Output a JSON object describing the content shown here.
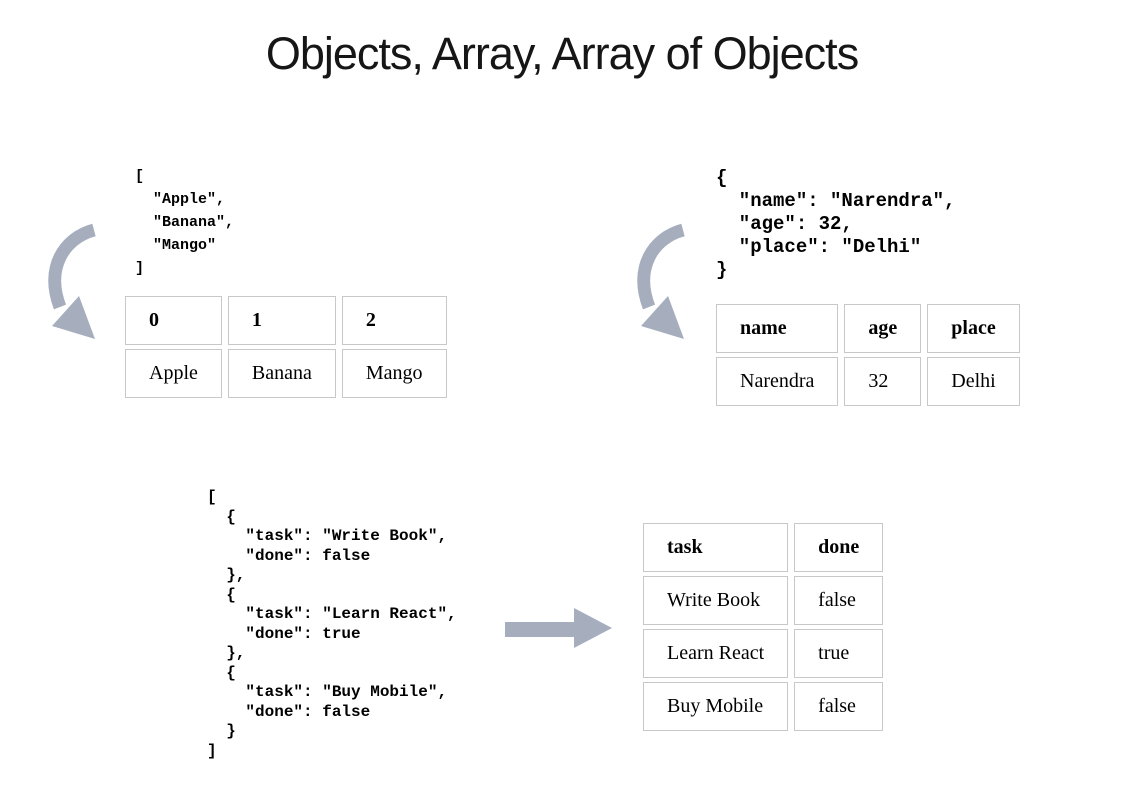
{
  "title": "Objects, Array, Array of Objects",
  "colors": {
    "arrow": "#a6aebe",
    "table_border": "#c8c8c8",
    "text": "#000000"
  },
  "sections": {
    "array": {
      "code": "[\n  \"Apple\",\n  \"Banana\",\n  \"Mango\"\n]",
      "table": {
        "headers": [
          "0",
          "1",
          "2"
        ],
        "rows": [
          [
            "Apple",
            "Banana",
            "Mango"
          ]
        ]
      }
    },
    "object": {
      "code": "{\n  \"name\": \"Narendra\",\n  \"age\": 32,\n  \"place\": \"Delhi\"\n}",
      "table": {
        "headers": [
          "name",
          "age",
          "place"
        ],
        "rows": [
          [
            "Narendra",
            "32",
            "Delhi"
          ]
        ]
      }
    },
    "array_of_objects": {
      "code": "[\n  {\n    \"task\": \"Write Book\",\n    \"done\": false\n  },\n  {\n    \"task\": \"Learn React\",\n    \"done\": true\n  },\n  {\n    \"task\": \"Buy Mobile\",\n    \"done\": false\n  }\n]",
      "table": {
        "headers": [
          "task",
          "done"
        ],
        "rows": [
          [
            "Write Book",
            "false"
          ],
          [
            "Learn React",
            "true"
          ],
          [
            "Buy Mobile",
            "false"
          ]
        ]
      }
    }
  }
}
